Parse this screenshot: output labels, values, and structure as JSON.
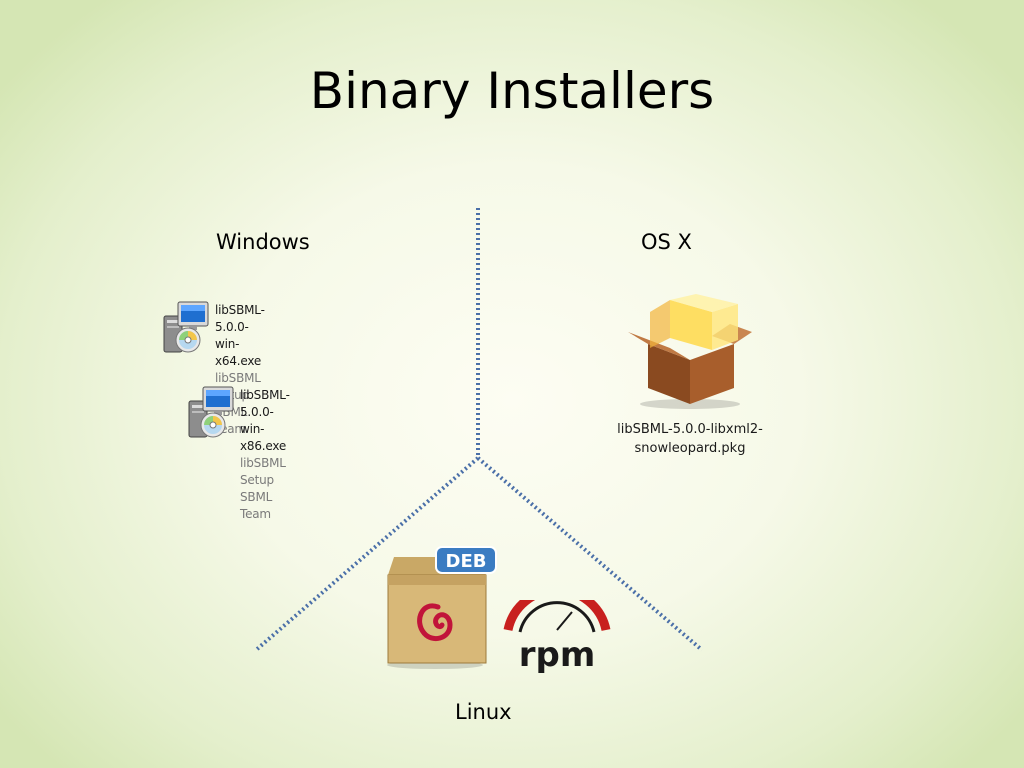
{
  "slide": {
    "title": "Binary Installers"
  },
  "sections": {
    "windows": {
      "label": "Windows",
      "files": [
        {
          "filename": "libSBML-5.0.0-win-x64.exe",
          "description": "libSBML Setup",
          "publisher": "SBML Team"
        },
        {
          "filename": "libSBML-5.0.0-win-x86.exe",
          "description": "libSBML Setup",
          "publisher": "SBML Team"
        }
      ]
    },
    "osx": {
      "label": "OS X",
      "package_line1": "libSBML-5.0.0-libxml2-",
      "package_line2": "snowleopard.pkg"
    },
    "linux": {
      "label": "Linux",
      "deb_badge": "DEB",
      "rpm_logo": "rpm"
    }
  },
  "icons": {
    "windows_installer": "setup-installer-icon",
    "osx_package": "open-box-package-icon",
    "deb_package": "debian-package-icon",
    "rpm_package": "rpm-logo-icon"
  },
  "colors": {
    "divider": "#4a6fa8",
    "deb_badge": "#3b7cc2",
    "rpm_red": "#c8201e"
  }
}
